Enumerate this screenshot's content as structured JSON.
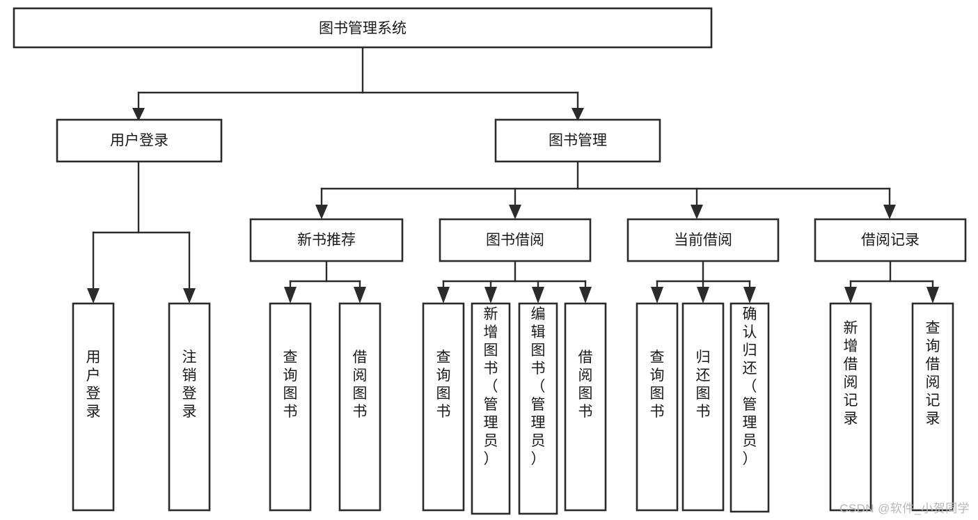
{
  "diagram": {
    "type": "tree-hierarchy-chart",
    "title": "图书管理系统",
    "orientation": "top-down",
    "box_fill": "#ffffff",
    "box_stroke": "#2b2b2b",
    "text_color": "#1a1a1a",
    "levels": {
      "level1": [
        {
          "id": "root",
          "label": "图书管理系统",
          "orientation": "horizontal"
        }
      ],
      "level2": [
        {
          "id": "user-login",
          "label": "用户登录",
          "orientation": "horizontal",
          "parent": "root"
        },
        {
          "id": "book-manage",
          "label": "图书管理",
          "orientation": "horizontal",
          "parent": "root"
        }
      ],
      "level3": [
        {
          "id": "new-book-rec",
          "label": "新书推荐",
          "orientation": "horizontal",
          "parent": "book-manage"
        },
        {
          "id": "book-borrow",
          "label": "图书借阅",
          "orientation": "horizontal",
          "parent": "book-manage"
        },
        {
          "id": "current-borrow",
          "label": "当前借阅",
          "orientation": "horizontal",
          "parent": "book-manage"
        },
        {
          "id": "borrow-record",
          "label": "借阅记录",
          "orientation": "horizontal",
          "parent": "book-manage"
        }
      ],
      "level4": [
        {
          "id": "leaf-user-login",
          "label": "用户登录",
          "orientation": "vertical",
          "parent": "user-login"
        },
        {
          "id": "leaf-logout-login",
          "label": "注销登录",
          "orientation": "vertical",
          "parent": "user-login"
        },
        {
          "id": "leaf-query-book-1",
          "label": "查询图书",
          "orientation": "vertical",
          "parent": "new-book-rec"
        },
        {
          "id": "leaf-borrow-book-1",
          "label": "借阅图书",
          "orientation": "vertical",
          "parent": "new-book-rec"
        },
        {
          "id": "leaf-query-book-2",
          "label": "查询图书",
          "orientation": "vertical",
          "parent": "book-borrow"
        },
        {
          "id": "leaf-add-book",
          "label": "新增图书（管理员）",
          "orientation": "vertical",
          "parent": "book-borrow"
        },
        {
          "id": "leaf-edit-book",
          "label": "编辑图书（管理员）",
          "orientation": "vertical",
          "parent": "book-borrow"
        },
        {
          "id": "leaf-borrow-book-2",
          "label": "借阅图书",
          "orientation": "vertical",
          "parent": "book-borrow"
        },
        {
          "id": "leaf-query-book-3",
          "label": "查询图书",
          "orientation": "vertical",
          "parent": "current-borrow"
        },
        {
          "id": "leaf-return-book",
          "label": "归还图书",
          "orientation": "vertical",
          "parent": "current-borrow"
        },
        {
          "id": "leaf-confirm-return",
          "label": "确认归还（管理员）",
          "orientation": "vertical",
          "parent": "current-borrow"
        },
        {
          "id": "leaf-add-record",
          "label": "新增借阅记录",
          "orientation": "vertical",
          "parent": "borrow-record"
        },
        {
          "id": "leaf-query-record",
          "label": "查询借阅记录",
          "orientation": "vertical",
          "parent": "borrow-record"
        }
      ]
    }
  },
  "watermark": {
    "label": "CSDN @软件_小贺同学"
  }
}
